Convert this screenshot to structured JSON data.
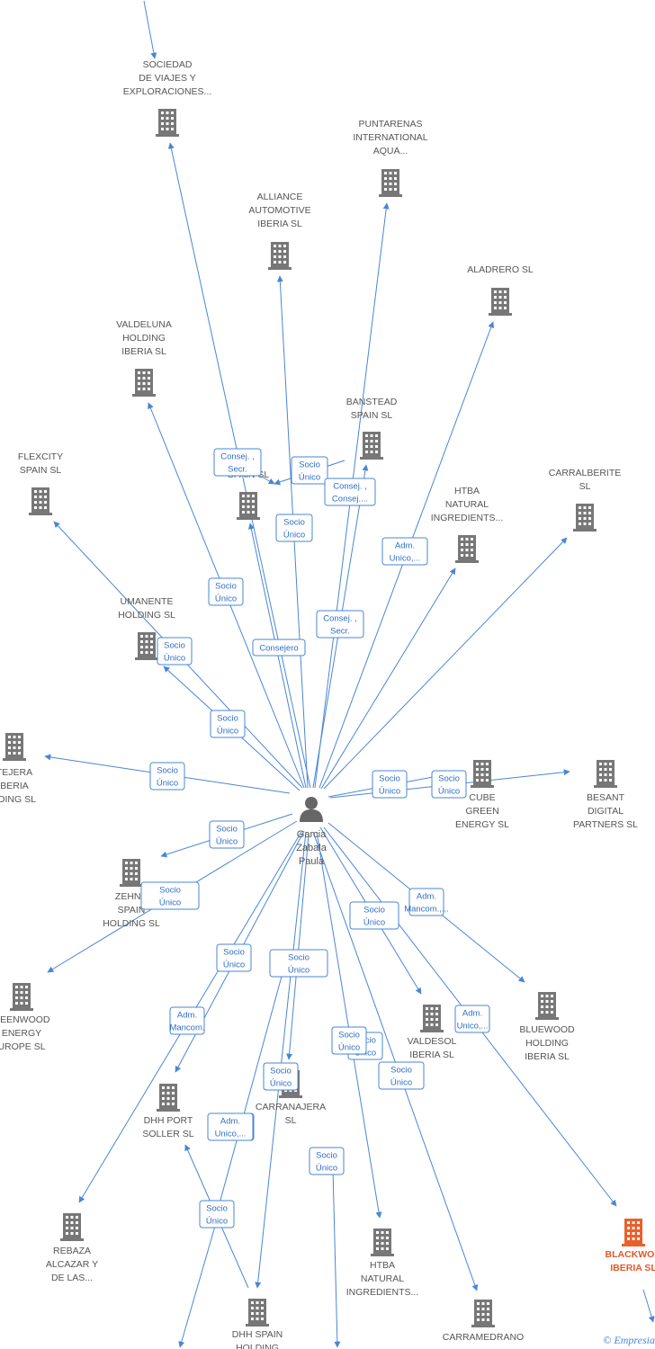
{
  "center": {
    "label_lines": [
      "Garcia",
      "Zabala",
      "Paula"
    ]
  },
  "colors": {
    "edge": "#4a86d4",
    "building": "#777777",
    "highlight": "#e8612c"
  },
  "footer": {
    "symbol": "©",
    "brand": "Empresia"
  },
  "companies": [
    {
      "id": "sociedad-de-viajes",
      "label_lines": [
        "SOCIEDAD",
        "DE VIAJES Y",
        "EXPLORACIONES..."
      ]
    },
    {
      "id": "puntarenas",
      "label_lines": [
        "PUNTARENAS",
        "INTERNATIONAL",
        "AQUA..."
      ]
    },
    {
      "id": "alliance-automotive",
      "label_lines": [
        "ALLIANCE",
        "AUTOMOTIVE",
        "IBERIA  SL"
      ]
    },
    {
      "id": "aladrero",
      "label_lines": [
        "ALADRERO  SL"
      ]
    },
    {
      "id": "valdeluna",
      "label_lines": [
        "VALDELUNA",
        "HOLDING",
        "IBERIA  SL"
      ]
    },
    {
      "id": "banstead",
      "label_lines": [
        "BANSTEAD",
        "SPAIN  SL"
      ]
    },
    {
      "id": "flexcity",
      "label_lines": [
        "FLEXCITY",
        "SPAIN  SL"
      ]
    },
    {
      "id": "le-spain",
      "label_lines": [
        "LE",
        "SPAIN  SL"
      ]
    },
    {
      "id": "carralberite",
      "label_lines": [
        "CARRALBERITE",
        "SL"
      ]
    },
    {
      "id": "htba-top",
      "label_lines": [
        "HTBA",
        "NATURAL",
        "INGREDIENTS..."
      ]
    },
    {
      "id": "umanente",
      "label_lines": [
        "UMANENTE",
        "HOLDING  SL"
      ]
    },
    {
      "id": "tejera",
      "label_lines": [
        "TEJERA",
        "BERIA",
        "LDING  SL"
      ]
    },
    {
      "id": "cube-green",
      "label_lines": [
        "CUBE",
        "GREEN",
        "ENERGY  SL"
      ]
    },
    {
      "id": "besant",
      "label_lines": [
        "BESANT",
        "DIGITAL",
        "PARTNERS  SL"
      ]
    },
    {
      "id": "zehnd",
      "label_lines": [
        "ZEHND",
        "SPAIN",
        "HOLDING  SL"
      ]
    },
    {
      "id": "greenwood",
      "label_lines": [
        "REENWOOD",
        "ENERGY",
        "UROPE  SL"
      ]
    },
    {
      "id": "bluewood",
      "label_lines": [
        "BLUEWOOD",
        "HOLDING",
        "IBERIA  SL"
      ]
    },
    {
      "id": "valdesol",
      "label_lines": [
        "VALDESOL",
        "IBERIA  SL"
      ]
    },
    {
      "id": "dhh-port",
      "label_lines": [
        "DHH PORT",
        "SOLLER  SL"
      ]
    },
    {
      "id": "carranajera",
      "label_lines": [
        "CARRANAJERA",
        "SL"
      ]
    },
    {
      "id": "rebaza",
      "label_lines": [
        "REBAZA",
        "ALCAZAR Y",
        "DE LAS..."
      ]
    },
    {
      "id": "htba-bottom",
      "label_lines": [
        "HTBA",
        "NATURAL",
        "INGREDIENTS..."
      ]
    },
    {
      "id": "blackwood",
      "label_lines": [
        "BLACKWOO",
        "IBERIA  SL"
      ],
      "highlight": true
    },
    {
      "id": "dhh-spain",
      "label_lines": [
        "DHH SPAIN",
        "HOLDING"
      ]
    },
    {
      "id": "carramedrano",
      "label_lines": [
        "CARRAMEDRANO"
      ]
    }
  ],
  "relations": [
    {
      "lines": [
        "Consej. ,",
        "Secr."
      ]
    },
    {
      "lines": [
        "Socio",
        "Único"
      ]
    },
    {
      "lines": [
        "Consej. ,",
        "Consej...."
      ]
    },
    {
      "lines": [
        "Socio",
        "Único"
      ]
    },
    {
      "lines": [
        "Adm.",
        "Unico,..."
      ]
    },
    {
      "lines": [
        "Socio",
        "Único"
      ]
    },
    {
      "lines": [
        "Socio",
        "Único"
      ]
    },
    {
      "lines": [
        "Consej. ,",
        "Secr."
      ]
    },
    {
      "lines": [
        "Consejero"
      ]
    },
    {
      "lines": [
        "Socio",
        "Único"
      ]
    },
    {
      "lines": [
        "Socio",
        "Único"
      ]
    },
    {
      "lines": [
        "Socio",
        "Único"
      ]
    },
    {
      "lines": [
        "Socio",
        "Único"
      ]
    },
    {
      "lines": [
        "Socio",
        "Único"
      ]
    },
    {
      "lines": [
        "Socio",
        "Único"
      ]
    },
    {
      "lines": [
        "Socio",
        "Único"
      ]
    },
    {
      "lines": [
        "Socio",
        "Único"
      ]
    },
    {
      "lines": [
        "Adm.",
        "Mancom.,..."
      ]
    },
    {
      "lines": [
        "Socio",
        "Único"
      ]
    },
    {
      "lines": [
        "Adm.",
        "Mancom."
      ]
    },
    {
      "lines": [
        "Socio",
        "Único"
      ]
    },
    {
      "lines": [
        "Adm.",
        "Mancom.,..."
      ]
    },
    {
      "lines": [
        "Socio",
        "Único"
      ]
    },
    {
      "lines": [
        "Socio",
        "Único"
      ]
    },
    {
      "lines": [
        "Socio",
        "Único"
      ]
    },
    {
      "lines": [
        "Socio",
        "Único"
      ]
    },
    {
      "lines": [
        "Adm.",
        "Unico,..."
      ]
    },
    {
      "lines": [
        "Socio",
        "Único"
      ]
    },
    {
      "lines": [
        "Adm.",
        "Unico,..."
      ]
    },
    {
      "lines": [
        "Socio",
        "Único"
      ]
    },
    {
      "lines": [
        "Socio",
        "Único"
      ]
    }
  ]
}
